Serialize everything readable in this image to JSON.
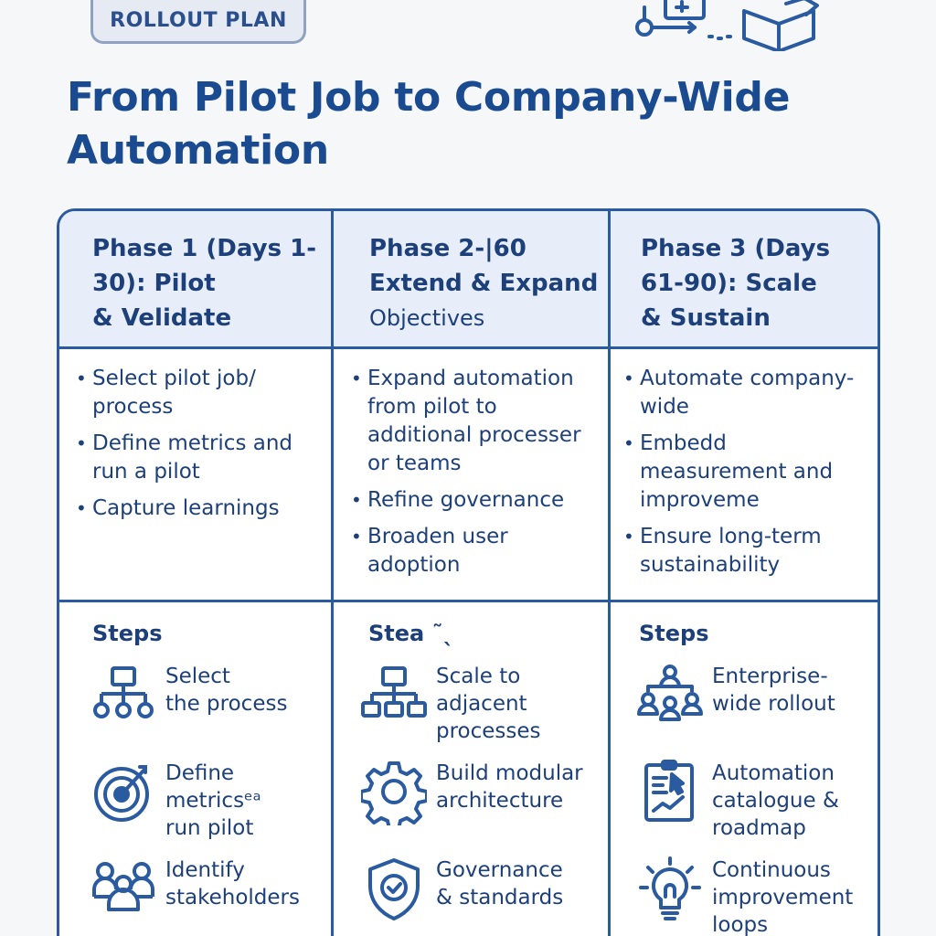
{
  "badge": "ROLLOUT PLAN",
  "title": "From Pilot Job to Company-Wide Automation",
  "columns": [
    {
      "heading": "Phase 1 (Days 1-\n30): Pilot\n& Velidate",
      "subheading": "",
      "bullets": [
        "Select pilot job/ process",
        "Define metrics and run a pilot",
        "Capture learnings"
      ],
      "steps_label": "Steps",
      "steps": [
        {
          "icon": "org-chart-icon",
          "label": "Select\nthe process"
        },
        {
          "icon": "target-icon",
          "label": "Define\nmetricsᵉᵃ\nrun pilot"
        },
        {
          "icon": "stakeholders-icon",
          "label": "Identify\nstakeholders"
        }
      ]
    },
    {
      "heading": "Phase 2-|60\nExtend & Expand",
      "subheading": "Objectives",
      "bullets": [
        "Expand automation from pilot to additional processer or teams",
        "Refine governance",
        "Broaden user adoption"
      ],
      "steps_label": "Stea ˜ˎ",
      "steps": [
        {
          "icon": "hierarchy-icon",
          "label": "Scale to\nadjacent\nprocesses"
        },
        {
          "icon": "gear-icon",
          "label": "Build modular\narchitecture"
        },
        {
          "icon": "shield-check-icon",
          "label": "Governance\n& standards"
        }
      ]
    },
    {
      "heading": "Phase 3 (Days\n61-90): Scale\n& Sustain",
      "subheading": "",
      "bullets": [
        "Automate company-wide",
        "Embedd measurement and improveme",
        "Ensure long-term sustainability"
      ],
      "steps_label": "Steps",
      "steps": [
        {
          "icon": "team-network-icon",
          "label": "Enterprise-\nwide rollout"
        },
        {
          "icon": "clipboard-chart-icon",
          "label": "Automation\ncatalogue &\nroadmap"
        },
        {
          "icon": "lightbulb-icon",
          "label": "Continuous\nimprovement\nloops"
        }
      ]
    }
  ]
}
